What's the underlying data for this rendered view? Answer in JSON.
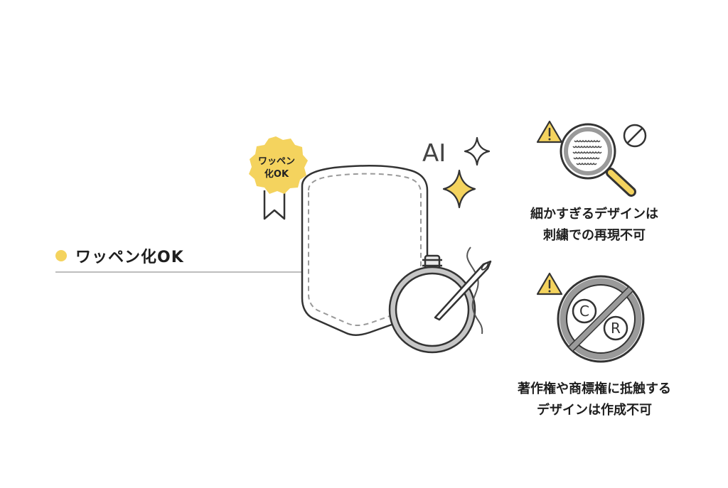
{
  "label": {
    "text": "ワッペン化OK",
    "dot_color": "#f4d35e"
  },
  "badge": {
    "line1": "ワッペン",
    "line2": "化OK",
    "color": "#f4d35e"
  },
  "ai": {
    "text": "AI"
  },
  "warnings": [
    {
      "line1": "細かすぎるデザインは",
      "line2": "刺繍での再現不可"
    },
    {
      "line1": "著作権や商標権に抵触する",
      "line2": "デザインは作成不可"
    }
  ],
  "symbols": {
    "copyright": "C",
    "registered": "R"
  },
  "colors": {
    "accent": "#f4d35e",
    "stroke": "#333333",
    "muted": "#9a9a9a"
  }
}
